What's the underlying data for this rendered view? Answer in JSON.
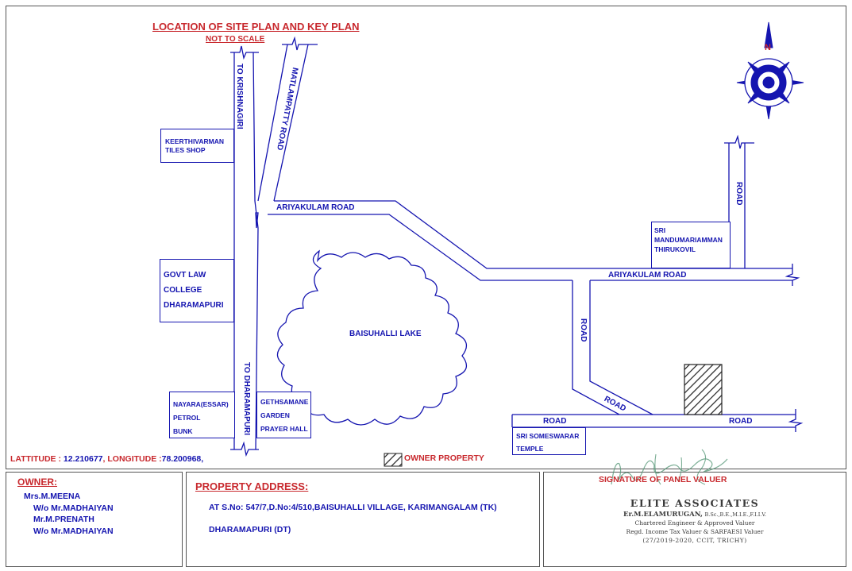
{
  "header": {
    "title": "LOCATION OF SITE PLAN AND KEY PLAN",
    "subtitle": "NOT TO SCALE"
  },
  "roads": {
    "to_krishnagiri": "TO KRISHNAGIRI",
    "matlampatty": "MATLAMPATTY ROAD",
    "ariyakulam_1": "ARIYAKULAM ROAD",
    "ariyakulam_2": "ARIYAKULAM ROAD",
    "road_right_vertical": "ROAD",
    "road_middle_vertical": "ROAD",
    "road_diagonal": "ROAD",
    "road_bottom_left": "ROAD",
    "road_bottom_right": "ROAD",
    "to_dharamapuri": "TO DHARAMAPURI"
  },
  "landmarks": {
    "keerthivarman": [
      "KEERTHIVARMAN",
      "TILES SHOP"
    ],
    "govt_law": [
      "GOVT LAW",
      "COLLEGE",
      "DHARAMAPURI"
    ],
    "nayara": [
      "NAYARA(ESSAR)",
      "PETROL",
      "BUNK"
    ],
    "gethsamane": [
      "GETHSAMANE",
      "GARDEN",
      "PRAYER HALL"
    ],
    "mandumariamman": [
      "SRI",
      "MANDUMARIAMMAN",
      "THIRUKOVIL"
    ],
    "someswarar": [
      "SRI SOMESWARAR",
      "TEMPLE"
    ],
    "lake": "BAISUHALLI LAKE"
  },
  "coordinates": {
    "label": "LATTITUDE :",
    "latitude": "12.210677",
    "separator": ", LONGITUDE :",
    "longitude": "78.200968,"
  },
  "legend": {
    "owner_property": "OWNER PROPERTY"
  },
  "compass": {
    "north": "N"
  },
  "owner": {
    "heading": "OWNER:",
    "lines": [
      "Mrs.M.MEENA",
      "W/o Mr.MADHAIYAN",
      "Mr.M.PRENATH",
      "W/o Mr.MADHAIYAN"
    ]
  },
  "address": {
    "heading": "PROPERTY ADDRESS:",
    "line1": "AT S.No: 547/7,D.No:4/510,BAISUHALLI VILLAGE, KARIMANGALAM (TK)",
    "line2": "DHARAMAPURI (DT)"
  },
  "signature": {
    "heading": "SIGNATURE OF PANEL VALUER",
    "firm": "ELITE ASSOCIATES",
    "name": "Er.M.ELAMURUGAN,",
    "quals": "B.Sc.,B.E.,M.I.E.,F.I.I.V.",
    "line1": "Chartered Engineer & Approved Valuer",
    "line2": "Regd. Income Tax Valuer & SARFAESI Valuer",
    "line3": "(27/2019-2020, CCIT, TRICHY)"
  },
  "colors": {
    "road": "#1515b0",
    "title": "#c8282d",
    "frame": "#555555"
  }
}
